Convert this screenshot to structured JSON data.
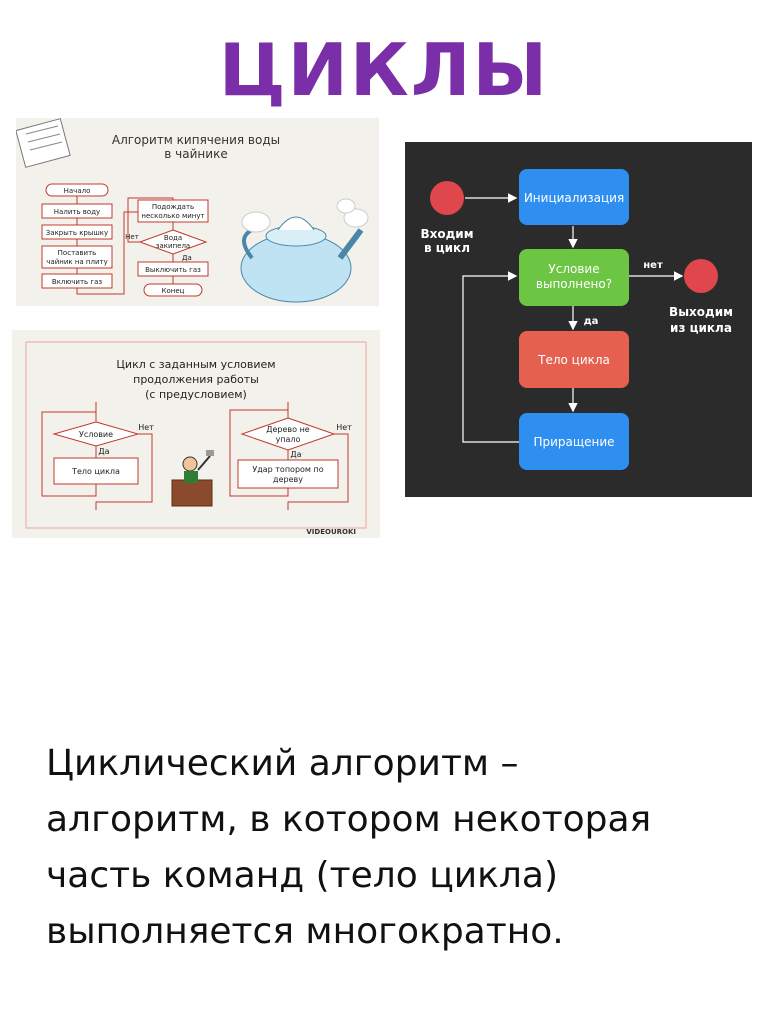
{
  "page": {
    "title": "ЦИКЛЫ"
  },
  "kettle_diagram": {
    "title_line1": "Алгоритм кипячения воды",
    "title_line2": "в чайнике",
    "left_steps": [
      "Начало",
      "Налить воду",
      "Закрыть крышку",
      "Поставить",
      "чайник на плиту",
      "Включить газ"
    ],
    "wait_line1": "Подождать",
    "wait_line2": "несколько минут",
    "decision_line1": "Вода",
    "decision_line2": "закипела",
    "no_label": "Нет",
    "yes_label": "Да",
    "off_step": "Выключить газ",
    "end_step": "Конец"
  },
  "precondition_diagram": {
    "title_line1": "Цикл с заданным условием",
    "title_line2": "продолжения работы",
    "title_line3": "(с предусловием)",
    "left_condition": "Условие",
    "left_body": "Тело цикла",
    "right_condition_line1": "Дерево не",
    "right_condition_line2": "упало",
    "right_body_line1": "Удар топором по",
    "right_body_line2": "дереву",
    "yes_label": "Да",
    "no_label": "Нет",
    "watermark": "VIDEOUROKI"
  },
  "loop_diagram": {
    "enter_line1": "Входим",
    "enter_line2": "в цикл",
    "init": "Инициализация",
    "cond_line1": "Условие",
    "cond_line2": "выполнено?",
    "no_label": "нет",
    "yes_label": "да",
    "body": "Тело цикла",
    "increment": "Приращение",
    "exit_line1": "Выходим",
    "exit_line2": "из цикла",
    "colors": {
      "background": "#2b2b2b",
      "circle": "#e0474c",
      "blue": "#2f8ff0",
      "green": "#6cc644",
      "red": "#e5604f"
    }
  },
  "definition": {
    "line1": "Циклический алгоритм –",
    "line2": "алгоритм, в котором некоторая",
    "line3": "часть команд (тело цикла)",
    "line4": "выполняется многократно."
  }
}
